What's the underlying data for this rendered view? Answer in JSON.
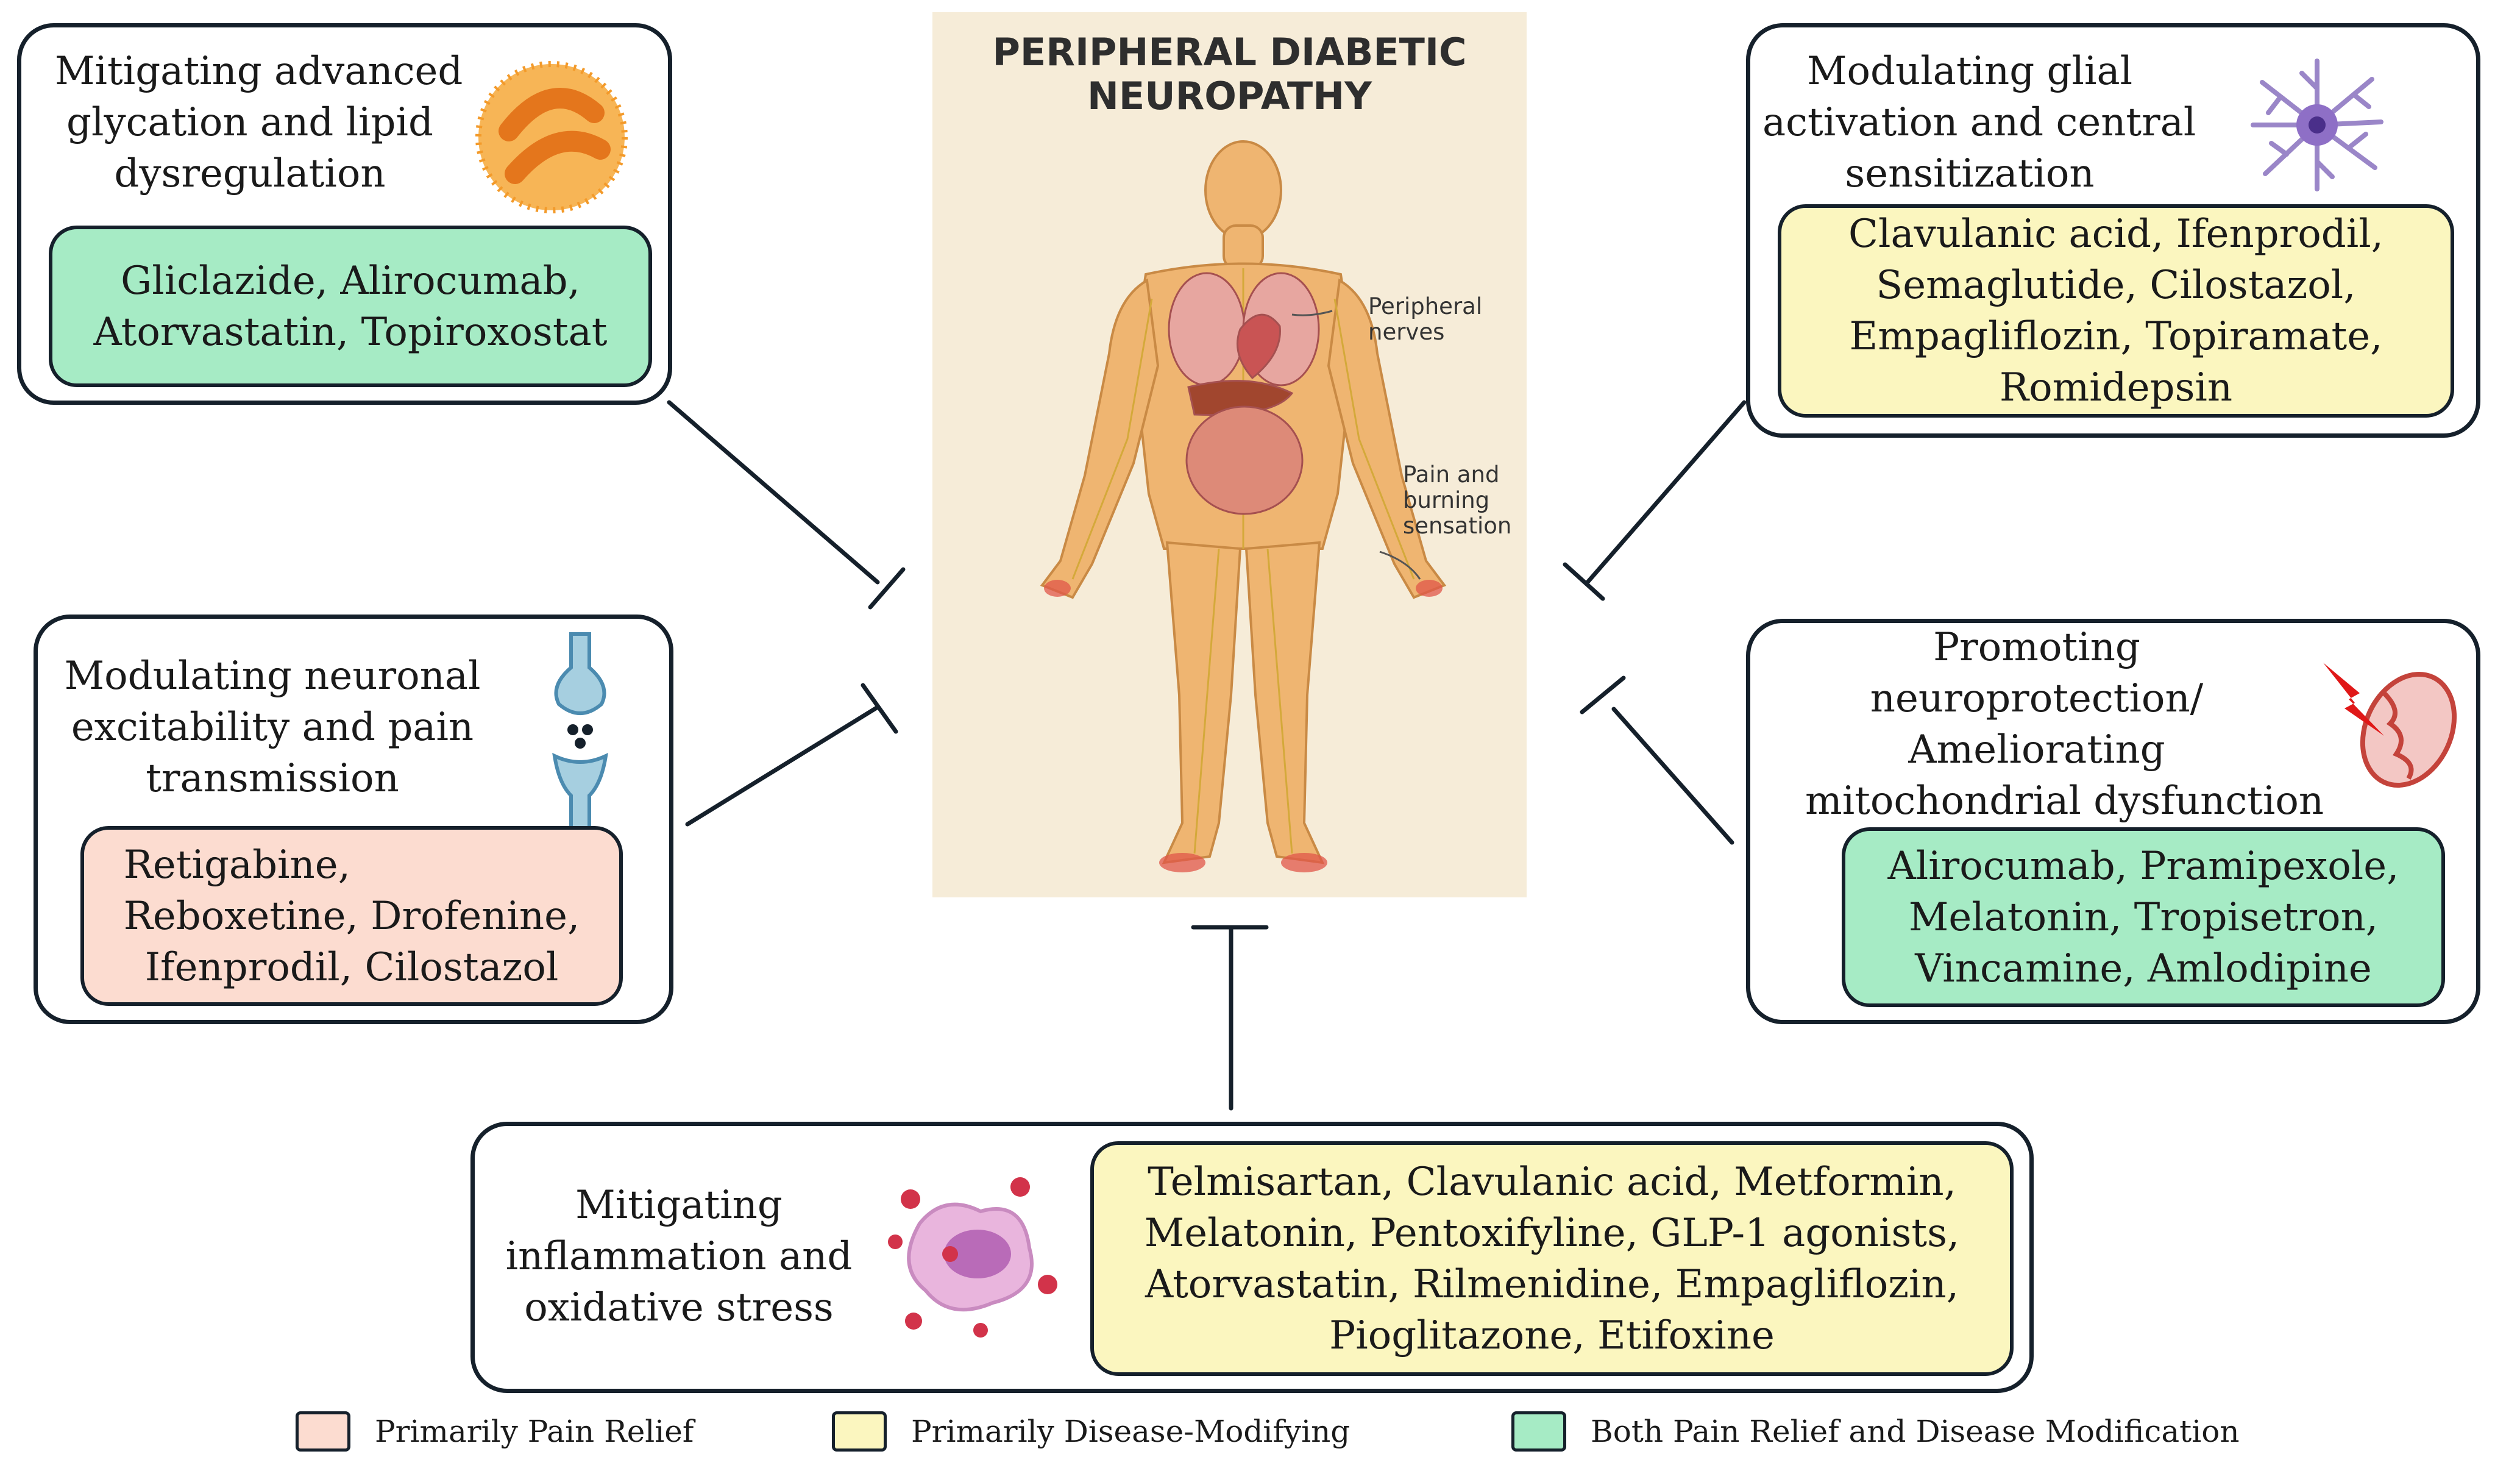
{
  "center_panel": {
    "title_line1": "PERIPHERAL DIABETIC",
    "title_line2": "NEUROPATHY",
    "callout_nerves_line1": "Peripheral",
    "callout_nerves_line2": "nerves",
    "callout_pain_line1": "Pain and",
    "callout_pain_line2": "burning",
    "callout_pain_line3": "sensation"
  },
  "boxes": {
    "glycation": {
      "heading": [
        "Mitigating advanced",
        "glycation and lipid",
        "dysregulation"
      ],
      "drugs": [
        "Gliclazide, Alirocumab,",
        "Atorvastatin, Topiroxostat"
      ],
      "category": "both",
      "icon": "lipid-droplet-icon"
    },
    "glial": {
      "heading": [
        "Modulating glial",
        "activation and central",
        "sensitization"
      ],
      "drugs": [
        "Clavulanic acid, Ifenprodil,",
        "Semaglutide, Cilostazol,",
        "Empagliflozin, Topiramate,",
        "Romidepsin"
      ],
      "category": "disease-modifying",
      "icon": "glial-cell-icon"
    },
    "neuronal": {
      "heading": [
        "Modulating neuronal",
        "excitability and pain",
        "transmission"
      ],
      "drugs": [
        "Retigabine,",
        "Reboxetine, Drofenine,",
        "Ifenprodil, Cilostazol"
      ],
      "category": "pain-relief",
      "icon": "synapse-icon"
    },
    "neuroprotection": {
      "heading": [
        "Promoting",
        "neuroprotection/",
        "Ameliorating",
        "mitochondrial dysfunction"
      ],
      "drugs": [
        "Alirocumab, Pramipexole,",
        "Melatonin, Tropisetron,",
        "Vincamine, Amlodipine"
      ],
      "category": "both",
      "icon": "mitochondrion-lightning-icon"
    },
    "inflammation": {
      "heading": [
        "Mitigating",
        "inflammation and",
        "oxidative stress"
      ],
      "drugs": [
        "Telmisartan, Clavulanic acid, Metformin,",
        "Melatonin, Pentoxifyline, GLP-1 agonists,",
        "Atorvastatin, Rilmenidine, Empagliflozin,",
        "Pioglitazone, Etifoxine"
      ],
      "category": "disease-modifying",
      "icon": "inflamed-cell-icon"
    }
  },
  "legend": [
    {
      "label": "Primarily Pain Relief",
      "color": "#fcdcd0"
    },
    {
      "label": "Primarily Disease-Modifying",
      "color": "#fbf6bf"
    },
    {
      "label": "Both Pain Relief and Disease Modification",
      "color": "#a6ebc5"
    }
  ],
  "colors": {
    "both": "#a6ebc5",
    "disease_modifying": "#fbf6bf",
    "pain_relief": "#fcdcd0",
    "border": "#15202b",
    "panel_background": "#f6ecd8",
    "skin": "#efb571",
    "nerve": "#d4a93a"
  }
}
